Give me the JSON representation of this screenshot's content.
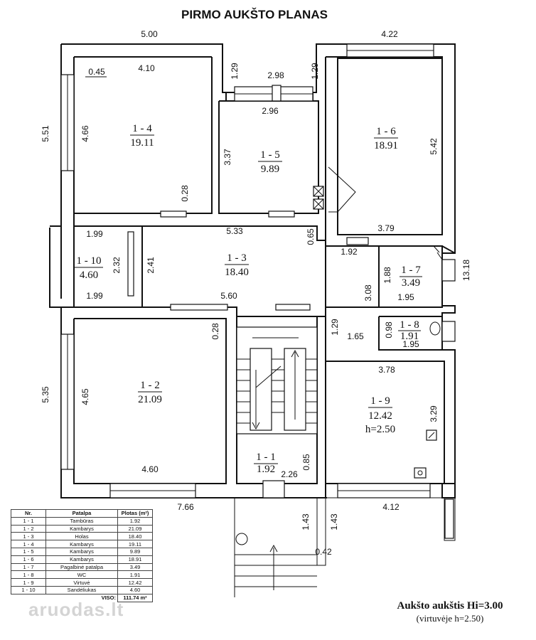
{
  "title": "PIRMO AUKŠTO PLANAS",
  "rooms": [
    {
      "id": "1 - 4",
      "area": "19.11"
    },
    {
      "id": "1 - 5",
      "area": "9.89"
    },
    {
      "id": "1 - 6",
      "area": "18.91"
    },
    {
      "id": "1 - 10",
      "area": "4.60"
    },
    {
      "id": "1 - 3",
      "area": "18.40"
    },
    {
      "id": "1 - 7",
      "area": "3.49"
    },
    {
      "id": "1 - 8",
      "area": "1.91"
    },
    {
      "id": "1 - 2",
      "area": "21.09"
    },
    {
      "id": "1 - 1",
      "area": "1.92"
    },
    {
      "id": "1 - 9",
      "area": "12.42",
      "note": "h=2.50"
    }
  ],
  "dims": {
    "d500": "5.00",
    "d422": "4.22",
    "d551": "5.51",
    "d466": "4.66",
    "d045": "0.45",
    "d410": "4.10",
    "d129a": "1.29",
    "d298": "2.98",
    "d129b": "1.29",
    "d296": "2.96",
    "d337": "3.37",
    "d542": "5.42",
    "d028a": "0.28",
    "d533": "5.33",
    "d065": "0.65",
    "d379": "3.79",
    "d192": "1.92",
    "d199a": "1.99",
    "d232": "2.32",
    "d241": "2.41",
    "d199b": "1.99",
    "d188": "1.88",
    "d195a": "1.95",
    "d1318": "13.18",
    "d308": "3.08",
    "d560": "5.60",
    "d028b": "0.28",
    "d129c": "1.29",
    "d165": "1.65",
    "d098": "0.98",
    "d195b": "1.95",
    "d378": "3.78",
    "d535": "5.35",
    "d465": "4.65",
    "d329": "3.29",
    "d460": "4.60",
    "d085": "0.85",
    "d226": "2.26",
    "d766": "7.66",
    "d412": "4.12",
    "d143a": "1.43",
    "d143b": "1.43",
    "d042": "0.42"
  },
  "legend": {
    "headers": [
      "Nr.",
      "Patalpa",
      "Plotas (m²)"
    ],
    "rows": [
      [
        "1 - 1",
        "Tambūras",
        "1.92"
      ],
      [
        "1 - 2",
        "Kambarys",
        "21.09"
      ],
      [
        "1 - 3",
        "Holas",
        "18.40"
      ],
      [
        "1 - 4",
        "Kambarys",
        "19.11"
      ],
      [
        "1 - 5",
        "Kambarys",
        "9.89"
      ],
      [
        "1 - 6",
        "Kambarys",
        "18.91"
      ],
      [
        "1 - 7",
        "Pagalbinė patalpa",
        "3.49"
      ],
      [
        "1 - 8",
        "WC",
        "1.91"
      ],
      [
        "1 - 9",
        "Virtuvė",
        "12.42"
      ],
      [
        "1 - 10",
        "Sandėliukas",
        "4.60"
      ]
    ],
    "total_label": "VISO:",
    "total_value": "111.74 m²"
  },
  "footer": {
    "line1": "Aukšto aukštis Hi=3.00",
    "line2": "(virtuvėje h=2.50)"
  },
  "watermark": "aruodas.lt"
}
